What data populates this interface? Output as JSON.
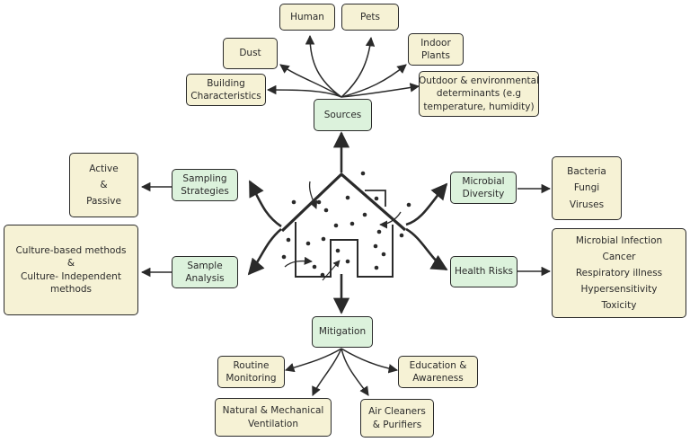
{
  "colors": {
    "hub_fill": "#dcf2dc",
    "leaf_fill": "#f6f2d5",
    "stroke": "#2a2a2a"
  },
  "center": {
    "icon": "house-with-particles-icon"
  },
  "sources": {
    "label": "Sources",
    "children": {
      "human": [
        "Human"
      ],
      "pets": [
        "Pets"
      ],
      "dust": [
        "Dust"
      ],
      "indoor_plants": [
        "Indoor",
        "Plants"
      ],
      "building": [
        "Building",
        "Characteristics"
      ],
      "outdoor": [
        "Outdoor & environmental",
        "determinants (e.g",
        "temperature, humidity)"
      ]
    }
  },
  "sampling": {
    "label": [
      "Sampling",
      "Strategies"
    ],
    "child": [
      "Active",
      "&",
      "Passive"
    ]
  },
  "analysis": {
    "label": [
      "Sample",
      "Analysis"
    ],
    "child": [
      "Culture-based methods",
      "&",
      "Culture- Independent",
      "methods"
    ]
  },
  "diversity": {
    "label": [
      "Microbial",
      "Diversity"
    ],
    "child": [
      "Bacteria",
      "Fungi",
      "Viruses"
    ]
  },
  "health": {
    "label": [
      "Health Risks"
    ],
    "child": [
      "Microbial Infection",
      "Cancer",
      "Respiratory illness",
      "Hypersensitivity",
      "Toxicity"
    ]
  },
  "mitigation": {
    "label": "Mitigation",
    "children": {
      "monitoring": [
        "Routine",
        "Monitoring"
      ],
      "education": [
        "Education &",
        "Awareness"
      ],
      "ventilation": [
        "Natural & Mechanical",
        "Ventilation"
      ],
      "cleaners": [
        "Air Cleaners",
        "& Purifiers"
      ]
    }
  }
}
